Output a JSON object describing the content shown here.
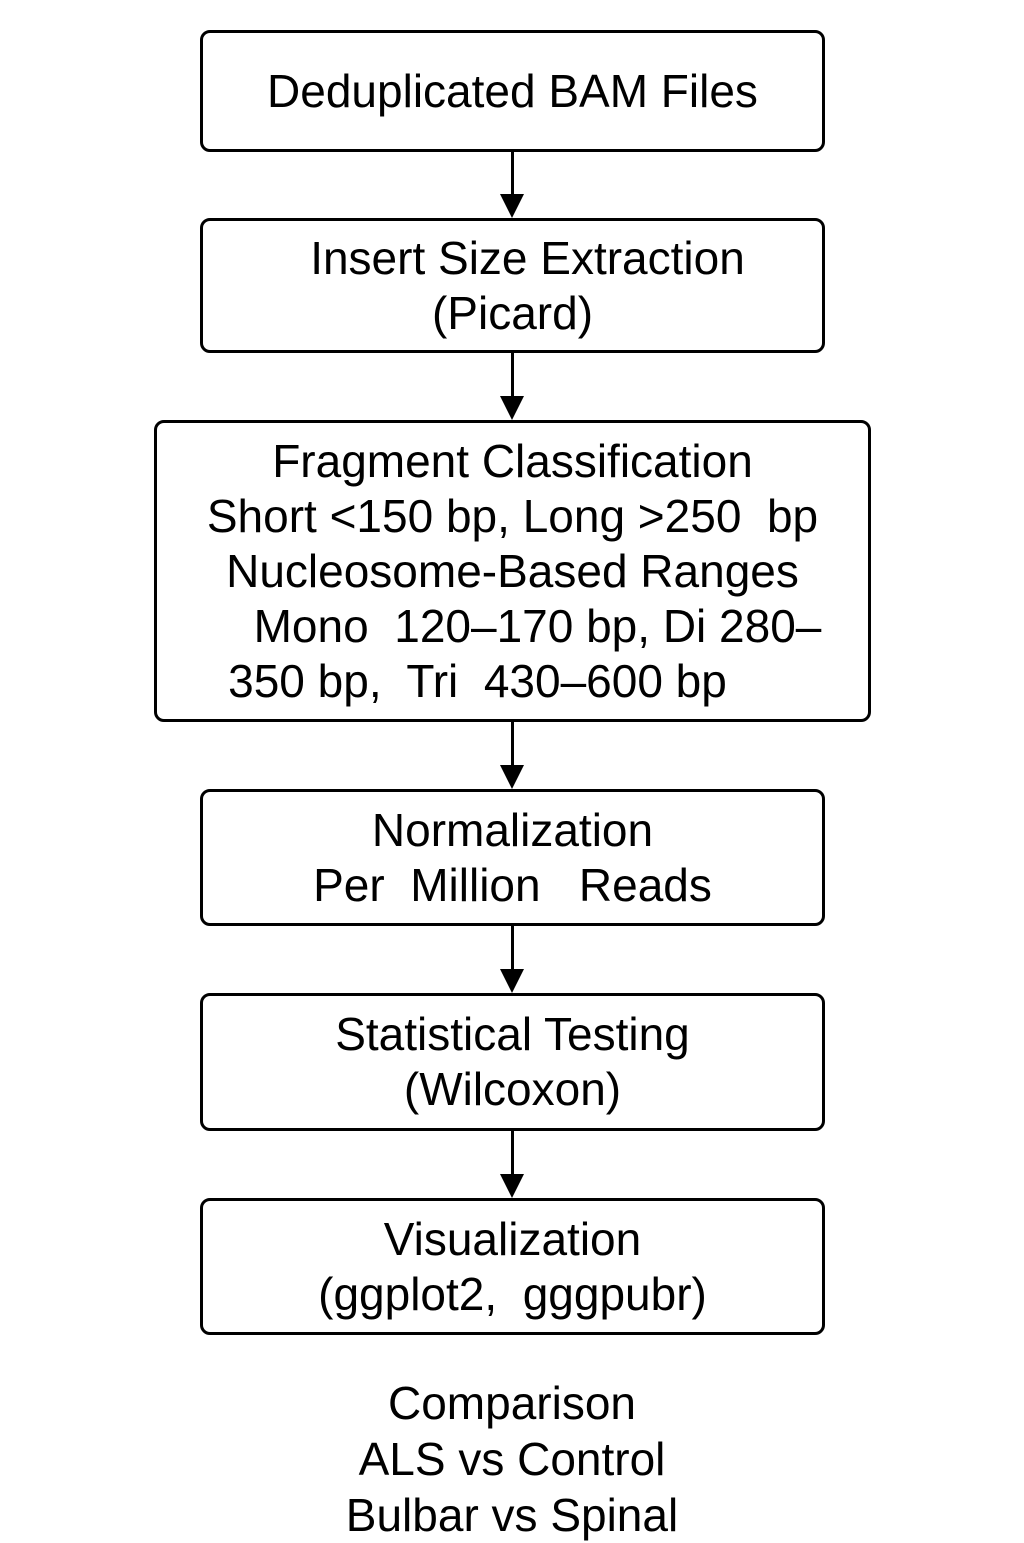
{
  "steps": [
    {
      "lines": [
        "Deduplicated BAM Files"
      ]
    },
    {
      "lines": [
        "Insert Size Extraction",
        "(Picard)"
      ]
    },
    {
      "lines": [
        "Fragment Classification",
        "Short <150 bp, Long >250  bp",
        "Nucleosome-Based Ranges",
        "Mono  120–170 bp, Di 280–",
        "350 bp,  Tri  430–600 bp"
      ]
    },
    {
      "lines": [
        "Normalization",
        "Per  Million   Reads"
      ]
    },
    {
      "lines": [
        "Statistical Testing",
        "(Wilcoxon)"
      ]
    },
    {
      "lines": [
        "Visualization",
        "(ggplot2,  gggpubr)"
      ]
    }
  ],
  "comparison": {
    "lines": [
      "Comparison",
      "ALS vs Control",
      "Bulbar vs Spinal"
    ]
  },
  "colors": {
    "stroke": "#000000",
    "background": "#ffffff",
    "text": "#000000"
  }
}
